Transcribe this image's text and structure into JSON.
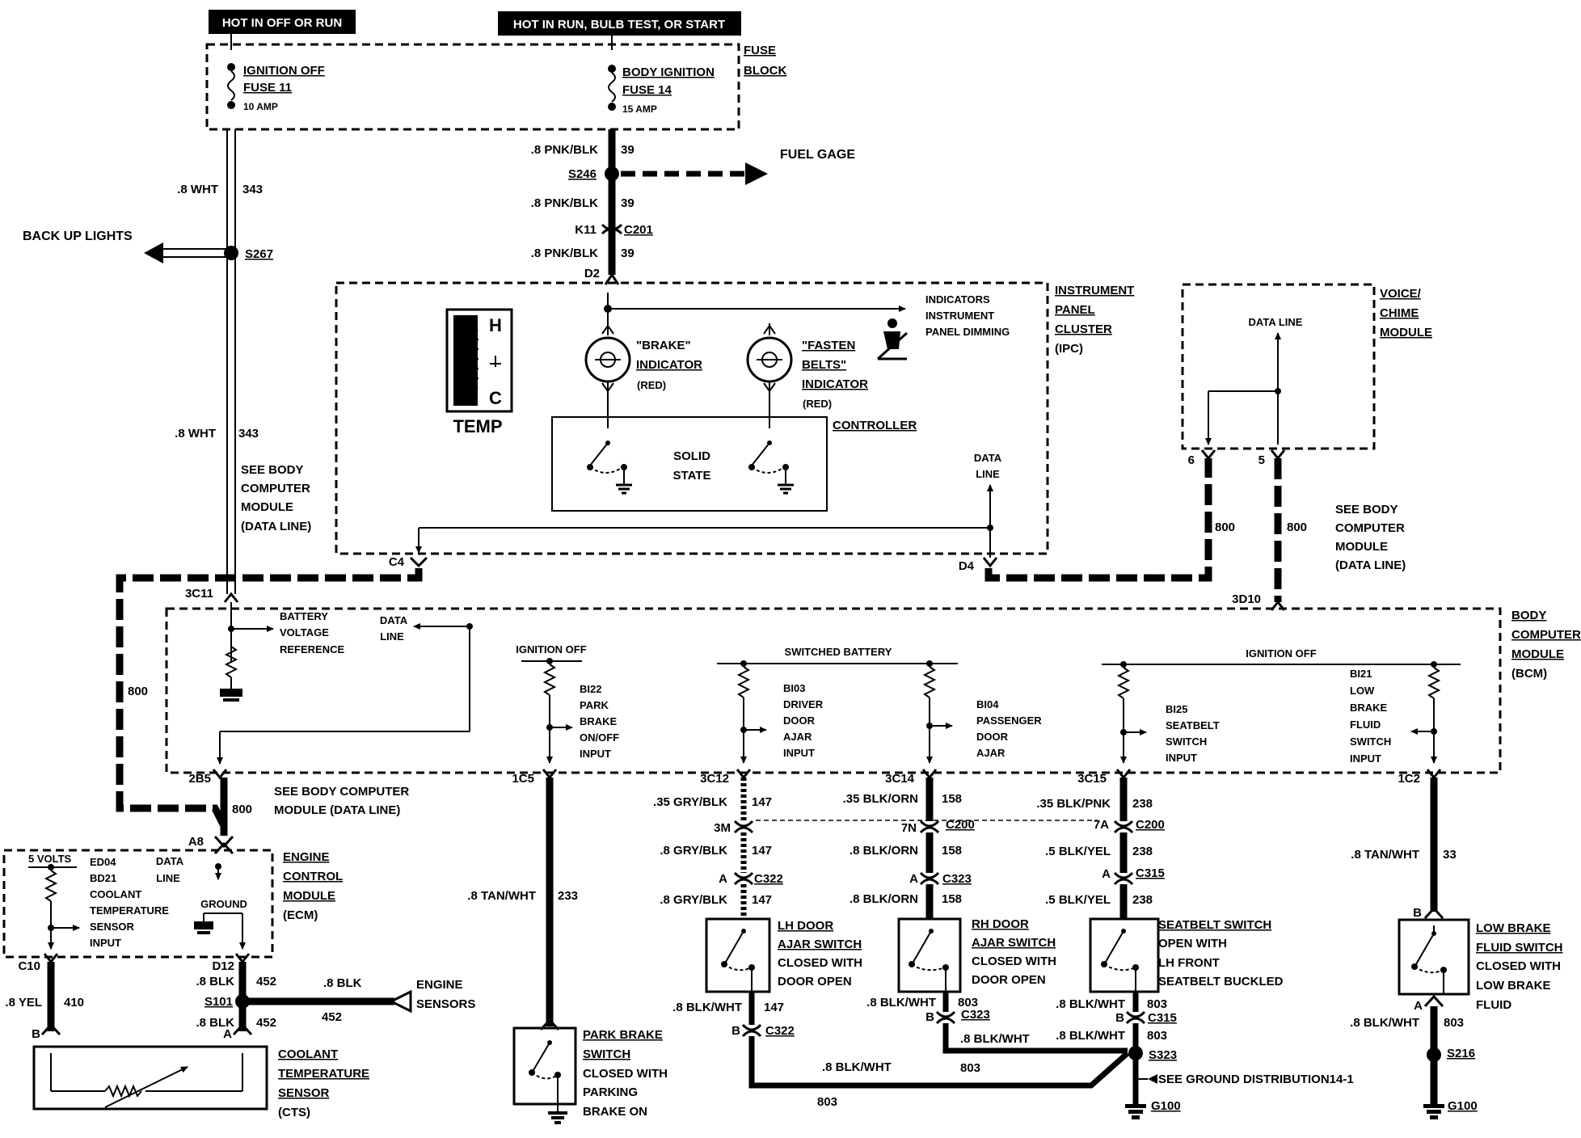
{
  "header": {
    "hot_off_run": "HOT IN OFF OR RUN",
    "hot_run_bulb": "HOT IN RUN, BULB TEST, OR START"
  },
  "fuse_block": {
    "label_1": "FUSE",
    "label_2": "BLOCK",
    "f11_name": "IGNITION OFF",
    "f11_id": "FUSE 11",
    "f11_amp": "10 AMP",
    "f14_name": "BODY IGNITION",
    "f14_id": "FUSE 14",
    "f14_amp": "15 AMP"
  },
  "left_branch": {
    "wire_1": ".8 WHT",
    "circuit_1": "343",
    "backup_lights": "BACK UP LIGHTS",
    "splice": "S267",
    "wire_2": ".8 WHT",
    "circuit_2": "343"
  },
  "feed": {
    "wire_1": ".8 PNK/BLK",
    "circ_1": "39",
    "splice": "S246",
    "fuel_gage": "FUEL GAGE",
    "wire_2": ".8 PNK/BLK",
    "circ_2": "39",
    "pin_k11": "K11",
    "conn_c201": "C201",
    "wire_3": ".8 PNK/BLK",
    "circ_3": "39",
    "pin_d2": "D2"
  },
  "ipc": {
    "label_1": "INSTRUMENT",
    "label_2": "PANEL",
    "label_3": "CLUSTER",
    "label_4": "(IPC)",
    "indicators_1": "INDICATORS",
    "indicators_2": "INSTRUMENT",
    "indicators_3": "PANEL DIMMING",
    "gauge_h": "H",
    "gauge_c": "C",
    "temp": "TEMP",
    "brake_1": "\"BRAKE\"",
    "brake_2": "INDICATOR",
    "brake_3": "(RED)",
    "belts_1": "\"FASTEN",
    "belts_2": "BELTS\"",
    "belts_3": "INDICATOR",
    "belts_4": "(RED)",
    "controller": "CONTROLLER",
    "solid": "SOLID",
    "state": "STATE",
    "data_1": "DATA",
    "data_2": "LINE",
    "pin_c4": "C4",
    "pin_d4": "D4"
  },
  "see_bcm_1": {
    "l1": "SEE BODY",
    "l2": "COMPUTER",
    "l3": "MODULE",
    "l4": "(DATA LINE)"
  },
  "voice": {
    "l1": "VOICE/",
    "l2": "CHIME",
    "l3": "MODULE",
    "data_line": "DATA LINE",
    "pin6": "6",
    "pin5": "5",
    "circ_a": "800",
    "circ_b": "800"
  },
  "see_bcm_2": {
    "l1": "SEE BODY",
    "l2": "COMPUTER",
    "l3": "MODULE",
    "l4": "(DATA LINE)"
  },
  "bcm": {
    "l1": "BODY",
    "l2": "COMPUTER",
    "l3": "MODULE",
    "l4": "(BCM)",
    "pin_3c11": "3C11",
    "pin_3d10": "3D10",
    "batt_1": "BATTERY",
    "batt_2": "VOLTAGE",
    "batt_3": "REFERENCE",
    "data_1": "DATA",
    "data_2": "LINE",
    "ign_off_1": "IGNITION OFF",
    "switched_batt": "SWITCHED BATTERY",
    "ign_off_2": "IGNITION OFF",
    "b122": [
      "BI22",
      "PARK",
      "BRAKE",
      "ON/OFF",
      "INPUT"
    ],
    "b103": [
      "BI03",
      "DRIVER",
      "DOOR",
      "AJAR",
      "INPUT"
    ],
    "b104": [
      "BI04",
      "PASSENGER",
      "DOOR",
      "AJAR"
    ],
    "b125": [
      "BI25",
      "SEATBELT",
      "SWITCH",
      "INPUT"
    ],
    "b121": [
      "BI21",
      "LOW",
      "BRAKE",
      "FLUID",
      "SWITCH",
      "INPUT"
    ],
    "pin_2b5": "2B5",
    "pin_1c5": "1C5",
    "pin_3c12": "3C12",
    "pin_3c14": "3C14",
    "pin_3c15": "3C15",
    "pin_1c2": "1C2",
    "circ_800": "800"
  },
  "see_bcm_3": {
    "l1": "SEE BODY COMPUTER",
    "l2": "MODULE (DATA LINE)",
    "circ": "800"
  },
  "ecm": {
    "l1": "ENGINE",
    "l2": "CONTROL",
    "l3": "MODULE",
    "l4": "(ECM)",
    "pin_a8": "A8",
    "volts": "5 VOLTS",
    "input": [
      "ED04",
      "BD21",
      "COOLANT",
      "TEMPERATURE",
      "SENSOR",
      "INPUT"
    ],
    "data_1": "DATA",
    "data_2": "LINE",
    "ground": "GROUND",
    "pin_c10": "C10",
    "pin_d12": "D12"
  },
  "cts": {
    "wire_1": ".8 YEL",
    "circ_1": "410",
    "pin_b": "B",
    "pin_a": "A",
    "l1": "COOLANT",
    "l2": "TEMPERATURE",
    "l3": "SENSOR",
    "l4": "(CTS)"
  },
  "ground_ecm": {
    "wire_1": ".8 BLK",
    "circ_1": "452",
    "splice": "S101",
    "wire_2": ".8 BLK",
    "circ_2": "452",
    "wire_3": ".8 BLK",
    "circ_3": "452",
    "sensors_1": "ENGINE",
    "sensors_2": "SENSORS"
  },
  "park_brake": {
    "wire": ".8 TAN/WHT",
    "circ": "233",
    "l1": "PARK BRAKE",
    "l2": "SWITCH",
    "l3": "CLOSED WITH",
    "l4": "PARKING",
    "l5": "BRAKE ON"
  },
  "lh_door": {
    "w1": ".35 GRY/BLK",
    "c1": "147",
    "pin_3m": "3M",
    "w2": ".8 GRY/BLK",
    "c2": "147",
    "pin_a": "A",
    "conn": "C322",
    "w3": ".8 GRY/BLK",
    "c3": "147",
    "l1": "LH DOOR",
    "l2": "AJAR SWITCH",
    "l3": "CLOSED WITH",
    "l4": "DOOR OPEN",
    "gw": ".8 BLK/WHT",
    "gc": "147",
    "pin_b": "B",
    "gconn": "C322"
  },
  "rh_door": {
    "w1": ".35 BLK/ORN",
    "c1": "158",
    "pin_7n": "7N",
    "conn_c200": "C200",
    "w2": ".8 BLK/ORN",
    "c2": "158",
    "pin_a": "A",
    "conn": "C323",
    "w3": ".8 BLK/ORN",
    "c3": "158",
    "l1": "RH DOOR",
    "l2": "AJAR SWITCH",
    "l3": "CLOSED WITH",
    "l4": "DOOR OPEN",
    "gw": ".8 BLK/WHT",
    "gc": "803",
    "pin_b": "B",
    "gconn": "C323",
    "gw2": ".8 BLK/WHT"
  },
  "seatbelt": {
    "w1": ".35 BLK/PNK",
    "c1": "238",
    "pin_7a": "7A",
    "conn_c200": "C200",
    "w2": ".5 BLK/YEL",
    "c2": "238",
    "pin_a": "A",
    "conn": "C315",
    "w3": ".5 BLK/YEL",
    "c3": "238",
    "l1": "SEATBELT SWITCH",
    "l2": "OPEN WITH",
    "l3": "LH FRONT",
    "l4": "SEATBELT  BUCKLED",
    "gw": ".8 BLK/WHT",
    "gc": "803",
    "pin_b": "B",
    "gconn": "C315",
    "gw2": ".8 BLK/WHT",
    "gc2": "803"
  },
  "ground_main": {
    "splice": "S323",
    "see": "SEE GROUND DISTRIBUTION14-1",
    "ground": "G100",
    "c_803a": "803",
    "c_803b": "803",
    "w_blkwht": ".8 BLK/WHT"
  },
  "low_brake": {
    "wire": ".8 TAN/WHT",
    "circ": "33",
    "pin_b": "B",
    "pin_a": "A",
    "l1": "LOW BRAKE",
    "l2": "FLUID SWITCH",
    "l3": "CLOSED WITH",
    "l4": "LOW BRAKE",
    "l5": "FLUID",
    "gw": ".8 BLK/WHT",
    "gc": "803",
    "splice": "S216",
    "ground": "G100"
  }
}
